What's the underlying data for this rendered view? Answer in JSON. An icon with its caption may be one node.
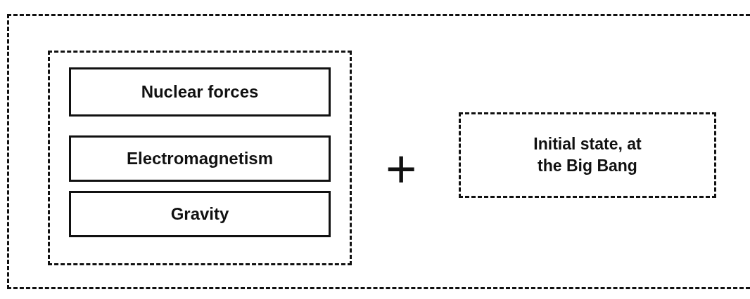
{
  "diagram": {
    "nodes": [
      {
        "text": [],
        "shape": "box"
      },
      {
        "text": [],
        "shape": "box",
        "in": 0
      },
      {
        "text": [
          "Nuclear forces"
        ],
        "in": 1
      },
      {
        "text": [
          "Electromagnetism"
        ],
        "in": 1
      },
      {
        "text": [
          "Gravity"
        ],
        "in": 1
      },
      {
        "text": [
          "Initial state, at the Big Bang"
        ],
        "in": 0
      }
    ],
    "labels": [
      "+"
    ]
  }
}
